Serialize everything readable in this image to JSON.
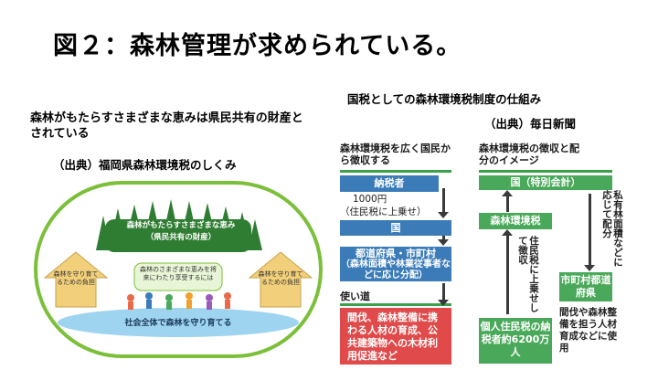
{
  "slide": {
    "title": "図２：森林管理が求められている。",
    "left_caption": "森林がもたらすさまざまな恵みは県民共有の財産とされている",
    "left_source": "（出典）福岡県森林環境税のしくみ",
    "right_caption": "国税としての森林環境税制度の仕組み",
    "right_source": "（出典）毎日新聞"
  },
  "left_diagram": {
    "forest_label": "森林がもたらすさまざまな恵み",
    "forest_sublabel": "（県民共有の財産）",
    "left_arrow_label": "森林を守り育てるための負担",
    "right_arrow_label": "森林を守り育てるための負担",
    "center_label": "森林のさまざまな恵みを将来にわたり享受するには",
    "bottom_label": "社会全体で森林を守り育てる",
    "colors": {
      "forest": "#2f7d32",
      "ellipse_border": "#7cbf3a",
      "ground": "#9fd4f0",
      "arrow": "#f2cf7a"
    }
  },
  "right_diagram": {
    "collect_title": "森林環境税を広く国民から徴収する",
    "taxpayer": "納税者",
    "amount": "1000円",
    "amount_note": "（住民税に上乗せ）",
    "country": "国",
    "prefecture": "都道府県・市町村",
    "prefecture_note": "（森林面積や林業従事者などに応じ分配）",
    "usage_title": "使い道",
    "usage_text": "間伐、森林整備に携わる人材の育成、公共建築物への木材利用促進など",
    "image_title": "森林環境税の徴収と配分のイメージ",
    "special_account": "国（特別会計）",
    "tax_name": "森林環境税",
    "distribute_note": "私有林面積などに応じて配分",
    "collect_note": "住民税に上乗せして徴収",
    "municipality": "市町村都道府県",
    "residents": "個人住民税の納税者約6200万人",
    "uses_note": "間伐や森林整備を担う人材育成などに使用",
    "colors": {
      "green": "#4aa85a",
      "blue": "#3a7bb8",
      "red": "#e04a4a",
      "dark": "#3a3a3a"
    }
  }
}
